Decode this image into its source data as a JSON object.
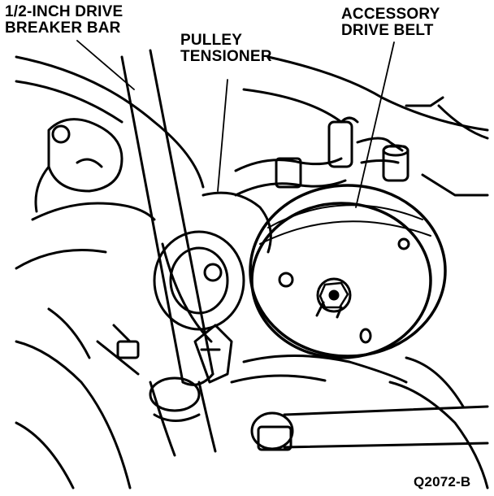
{
  "labels": {
    "breaker_bar": [
      "1/2-INCH DRIVE",
      "BREAKER BAR"
    ],
    "pulley_tensioner": [
      "PULLEY",
      "TENSIONER"
    ],
    "accessory_drive_belt": [
      "ACCESSORY",
      "DRIVE BELT"
    ]
  },
  "figure_code": "Q2072-B"
}
